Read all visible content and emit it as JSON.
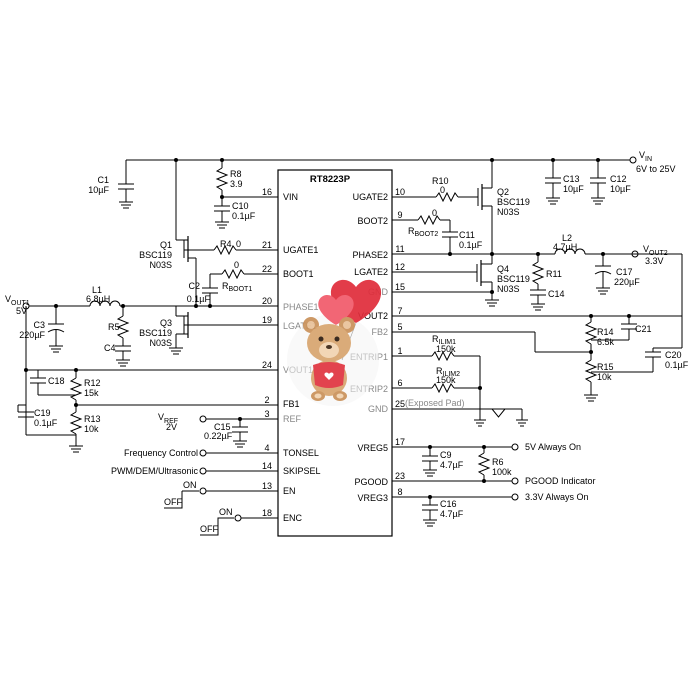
{
  "chip": {
    "name": "RT8223P",
    "pins_left": [
      {
        "num": "16",
        "label": "VIN"
      },
      {
        "num": "21",
        "label": "UGATE1"
      },
      {
        "num": "22",
        "label": "BOOT1"
      },
      {
        "num": "20",
        "label": "PHASE1"
      },
      {
        "num": "19",
        "label": "LGATE1"
      },
      {
        "num": "24",
        "label": "VOUT1"
      },
      {
        "num": "2",
        "label": "FB1"
      },
      {
        "num": "3",
        "label": "REF"
      },
      {
        "num": "4",
        "label": "TONSEL"
      },
      {
        "num": "14",
        "label": "SKIPSEL"
      },
      {
        "num": "13",
        "label": "EN"
      },
      {
        "num": "18",
        "label": "ENC"
      }
    ],
    "pins_right": [
      {
        "num": "10",
        "label": "UGATE2"
      },
      {
        "num": "9",
        "label": "BOOT2"
      },
      {
        "num": "11",
        "label": "PHASE2"
      },
      {
        "num": "12",
        "label": "LGATE2"
      },
      {
        "num": "15",
        "label": "GND"
      },
      {
        "num": "7",
        "label": "VOUT2"
      },
      {
        "num": "5",
        "label": "FB2"
      },
      {
        "num": "1",
        "label": "ENTRIP1"
      },
      {
        "num": "6",
        "label": "ENTRIP2"
      },
      {
        "num": "25",
        "label": "GND"
      },
      {
        "num": "17",
        "label": "VREG5"
      },
      {
        "num": "23",
        "label": "PGOOD"
      },
      {
        "num": "8",
        "label": "VREG3"
      }
    ],
    "exposed_pad": "(Exposed Pad)"
  },
  "vin": {
    "label": "V",
    "sub": "IN",
    "range": "6V to 25V"
  },
  "vout1": {
    "label": "V",
    "sub": "OUT1",
    "value": "5V"
  },
  "vout2": {
    "label": "V",
    "sub": "OUT2",
    "value": "3.3V"
  },
  "vref": {
    "label": "V",
    "sub": "REF",
    "value": "2V"
  },
  "components": {
    "C1": {
      "name": "C1",
      "value": "10µF"
    },
    "R8": {
      "name": "R8",
      "value": "3.9"
    },
    "C10": {
      "name": "C10",
      "value": "0.1µF"
    },
    "Q1": {
      "name": "Q1",
      "part1": "BSC119",
      "part2": "N03S"
    },
    "R4": {
      "name": "R4",
      "value": "0"
    },
    "C2": {
      "name": "C2",
      "value": "0.1µF"
    },
    "RBOOT1": {
      "name": "R",
      "sub": "BOOT1",
      "value": "0"
    },
    "L1": {
      "name": "L1",
      "value": "6.8µH"
    },
    "C3": {
      "name": "C3",
      "value": "220µF"
    },
    "R5": {
      "name": "R5"
    },
    "C4": {
      "name": "C4"
    },
    "Q3": {
      "name": "Q3",
      "part1": "BSC119",
      "part2": "N03S"
    },
    "C18": {
      "name": "C18"
    },
    "R12": {
      "name": "R12",
      "value": "15k"
    },
    "C19": {
      "name": "C19",
      "value": "0.1µF"
    },
    "R13": {
      "name": "R13",
      "value": "10k"
    },
    "C15": {
      "name": "C15",
      "value": "0.22µF"
    },
    "R10": {
      "name": "R10",
      "value": "0"
    },
    "Q2": {
      "name": "Q2",
      "part1": "BSC119",
      "part2": "N03S"
    },
    "C13": {
      "name": "C13",
      "value": "10µF"
    },
    "C12": {
      "name": "C12",
      "value": "10µF"
    },
    "RBOOT2": {
      "name": "R",
      "sub": "BOOT2",
      "value": "0"
    },
    "C11": {
      "name": "C11",
      "value": "0.1µF"
    },
    "L2": {
      "name": "L2",
      "value": "4.7µH"
    },
    "R11": {
      "name": "R11"
    },
    "C14": {
      "name": "C14"
    },
    "C17": {
      "name": "C17",
      "value": "220µF"
    },
    "Q4": {
      "name": "Q4",
      "part1": "BSC119",
      "part2": "N03S"
    },
    "R14": {
      "name": "R14",
      "value": "6.5k"
    },
    "C21": {
      "name": "C21"
    },
    "R15": {
      "name": "R15",
      "value": "10k"
    },
    "C20": {
      "name": "C20",
      "value": "0.1µF"
    },
    "RILIM1": {
      "name": "R",
      "sub": "ILIM1",
      "value": "150k"
    },
    "RILIM2": {
      "name": "R",
      "sub": "ILIM2",
      "value": "150k"
    },
    "C9": {
      "name": "C9",
      "value": "4.7µF"
    },
    "R6": {
      "name": "R6",
      "value": "100k"
    },
    "C16": {
      "name": "C16",
      "value": "4.7µF"
    }
  },
  "signals": {
    "freq": "Frequency Control",
    "mode": "PWM/DEM/Ultrasonic",
    "vreg5": "5V Always On",
    "pgood": "PGOOD Indicator",
    "vreg3": "3.3V Always On",
    "on": "ON",
    "off": "OFF"
  }
}
